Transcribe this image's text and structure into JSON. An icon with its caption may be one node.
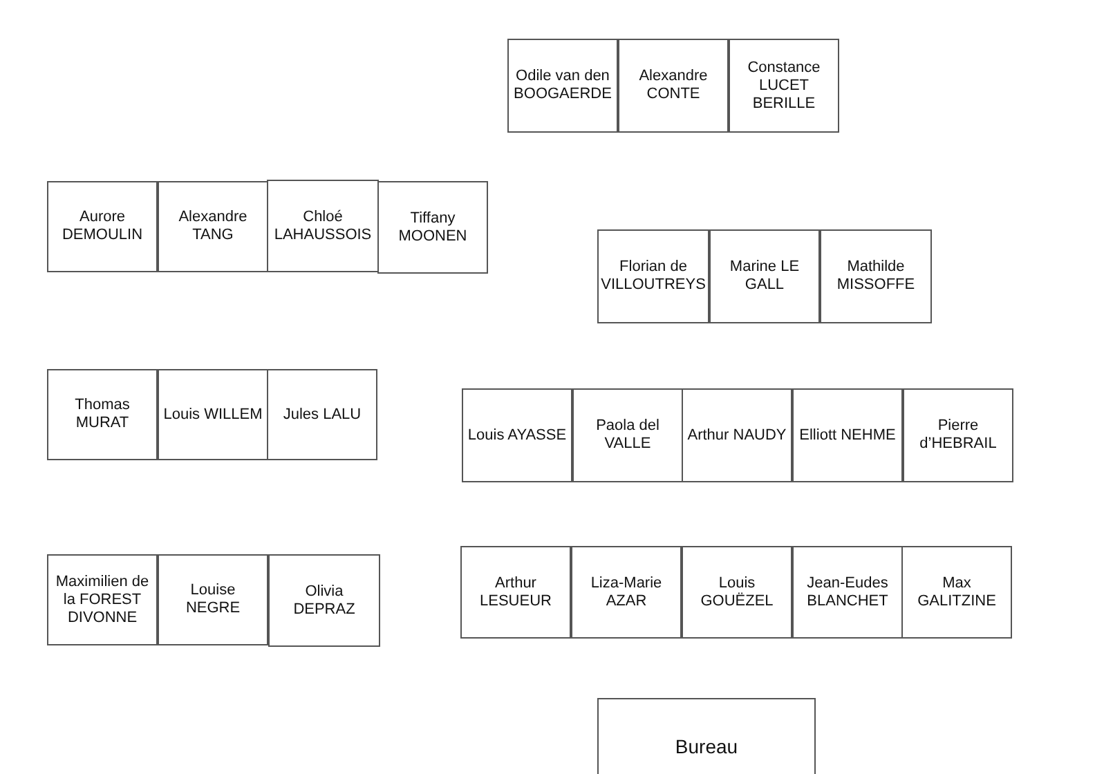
{
  "diagram": {
    "nodes": [
      {
        "text": [
          "Odile van den BOOGAERDE"
        ]
      },
      {
        "text": [
          "Alexandre CONTE"
        ]
      },
      {
        "text": [
          "Constance LUCET BERILLE"
        ]
      },
      {
        "text": [
          "Aurore DEMOULIN"
        ]
      },
      {
        "text": [
          "Alexandre TANG"
        ]
      },
      {
        "text": [
          "Chloé LAHAUSSOIS"
        ]
      },
      {
        "text": [
          "Tiffany MOONEN"
        ]
      },
      {
        "text": [
          "Florian de VILLOUTREYS"
        ]
      },
      {
        "text": [
          "Marine LE GALL"
        ]
      },
      {
        "text": [
          "Mathilde MISSOFFE"
        ]
      },
      {
        "text": [
          "Thomas MURAT"
        ]
      },
      {
        "text": [
          "Louis WILLEM"
        ]
      },
      {
        "text": [
          "Jules LALU"
        ]
      },
      {
        "text": [
          "Louis AYASSE"
        ]
      },
      {
        "text": [
          "Paola del VALLE"
        ]
      },
      {
        "text": [
          "Arthur NAUDY"
        ]
      },
      {
        "text": [
          "Elliott NEHME"
        ]
      },
      {
        "text": [
          "Pierre d’HEBRAIL"
        ]
      },
      {
        "text": [
          "Maximilien de la FOREST DIVONNE"
        ]
      },
      {
        "text": [
          "Louise NEGRE"
        ]
      },
      {
        "text": [
          "Olivia DEPRAZ"
        ]
      },
      {
        "text": [
          "Arthur LESUEUR"
        ]
      },
      {
        "text": [
          "Liza-Marie AZAR"
        ]
      },
      {
        "text": [
          "Louis GOUËZEL"
        ]
      },
      {
        "text": [
          "Jean-Eudes BLANCHET"
        ]
      },
      {
        "text": [
          "Max GALITZINE"
        ]
      },
      {
        "text": [
          "Bureau"
        ]
      }
    ]
  }
}
